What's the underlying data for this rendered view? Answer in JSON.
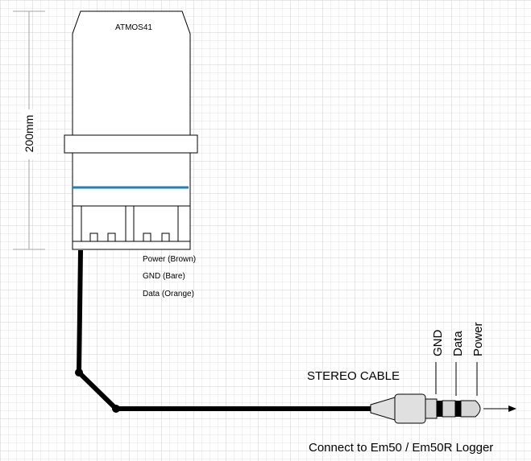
{
  "sensor": {
    "name": "ATMOS41",
    "dimension_label": "200mm",
    "wires": [
      {
        "label": "Power (Brown)"
      },
      {
        "label": "GND (Bare)"
      },
      {
        "label": "Data (Orange)"
      }
    ]
  },
  "cable": {
    "label": "STEREO CABLE",
    "plug_terminals": [
      "GND",
      "Data",
      "Power"
    ]
  },
  "footer": {
    "note": "Connect to Em50 / Em50R Logger"
  },
  "colors": {
    "grid": "#d9d9d9",
    "accent_stripe": "#1f7fbf",
    "cable": "#000000",
    "dimension": "#a6a6a6"
  }
}
